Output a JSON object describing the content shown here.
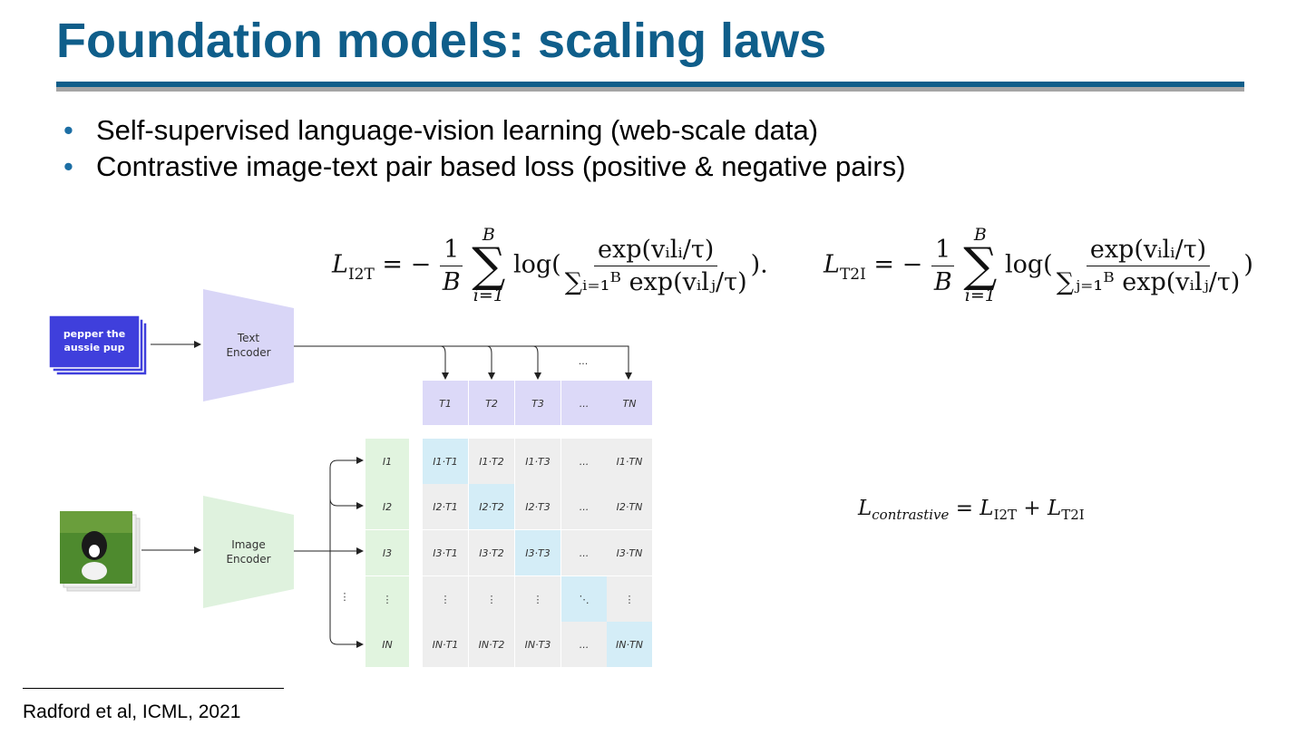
{
  "title": "Foundation models: scaling laws",
  "bullets": [
    "Self-supervised language-vision learning (web-scale data)",
    "Contrastive image-text pair based loss (positive & negative pairs)"
  ],
  "formulas": {
    "l_i2t": {
      "lhs": "L",
      "lhs_sub": "I2T",
      "sign": "= −",
      "coef_num": "1",
      "coef_den": "B",
      "sum_upper": "B",
      "sum_lower": "i=1",
      "log": "log(",
      "numerator": "exp(vᵢlᵢ/τ)",
      "denominator": "∑ᵢ₌₁ᴮ exp(vᵢlⱼ/τ)",
      "close": ")."
    },
    "l_t2i": {
      "lhs": "L",
      "lhs_sub": "T2I",
      "sign": "= −",
      "coef_num": "1",
      "coef_den": "B",
      "sum_upper": "B",
      "sum_lower": "i=1",
      "log": "log(",
      "numerator": "exp(vᵢlᵢ/τ)",
      "denominator": "∑ⱼ₌₁ᴮ exp(vᵢlⱼ/τ)",
      "close": ")"
    },
    "l_contrastive": {
      "lhs": "L",
      "lhs_sub": "contrastive",
      "rhs": "= L",
      "rhs_sub1": "I2T",
      "plus": " + L",
      "rhs_sub2": "T2I"
    }
  },
  "diagram": {
    "text_card": "pepper the aussie pup",
    "text_card_line1": "pepper the",
    "text_card_line2": "aussie pup",
    "text_encoder_line1": "Text",
    "text_encoder_line2": "Encoder",
    "image_encoder_line1": "Image",
    "image_encoder_line2": "Encoder",
    "top_ellipsis": "...",
    "text_headers": [
      "T1",
      "T2",
      "T3",
      "...",
      "TN"
    ],
    "image_headers": [
      "I1",
      "I2",
      "I3",
      "⋮",
      "IN"
    ],
    "matrix": [
      [
        "I1·T1",
        "I1·T2",
        "I1·T3",
        "...",
        "I1·TN"
      ],
      [
        "I2·T1",
        "I2·T2",
        "I2·T3",
        "...",
        "I2·TN"
      ],
      [
        "I3·T1",
        "I3·T2",
        "I3·T3",
        "...",
        "I3·TN"
      ],
      [
        "⋮",
        "⋮",
        "⋮",
        "⋱",
        "⋮"
      ],
      [
        "IN·T1",
        "IN·T2",
        "IN·T3",
        "...",
        "IN·TN"
      ]
    ],
    "colors": {
      "text_encoder": "#d9d6f7",
      "image_encoder": "#dff2de",
      "text_header_cell": "#dcd9f8",
      "image_header_cell": "#e1f4df",
      "matrix_cell": "#eeeeee",
      "diagonal_cell": "#d4edf7",
      "text_card": "#3f3fdc"
    }
  },
  "footnote": "Radford et al, ICML, 2021"
}
